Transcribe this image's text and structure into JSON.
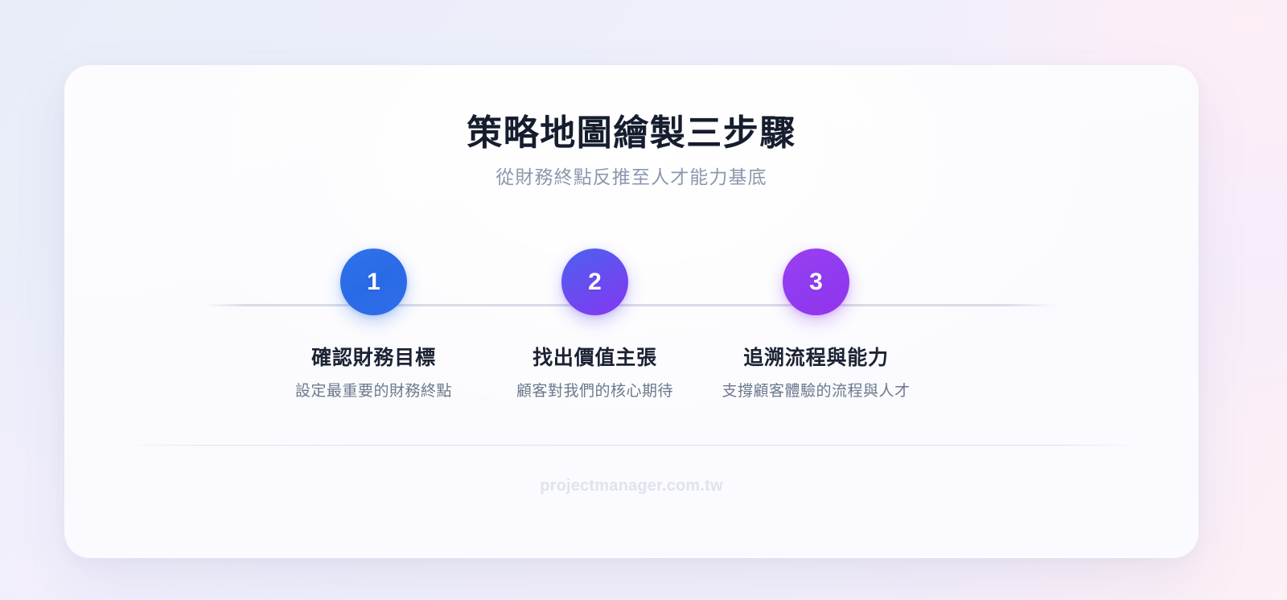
{
  "header": {
    "title": "策略地圖繪製三步驟",
    "subtitle": "從財務終點反推至人才能力基底"
  },
  "steps": [
    {
      "number": "1",
      "title": "確認財務目標",
      "desc": "設定最重要的財務終點",
      "color": "#2f6ee8"
    },
    {
      "number": "2",
      "title": "找出價值主張",
      "desc": "顧客對我們的核心期待",
      "color": "#6a4bf0"
    },
    {
      "number": "3",
      "title": "追溯流程與能力",
      "desc": "支撐顧客體驗的流程與人才",
      "color": "#9333ea"
    }
  ],
  "footer": {
    "brand": "projectmanager.com.tw"
  },
  "theme": {
    "card_background": "#fbfbfe",
    "title_color": "#161d2e",
    "subtitle_color": "#8c97ad",
    "step_title_color": "#1b2233",
    "step_desc_color": "#6c798c",
    "connector_color": "#d6dae5",
    "divider_color": "#e2e5ef",
    "footer_color": "#dfe3ee"
  }
}
